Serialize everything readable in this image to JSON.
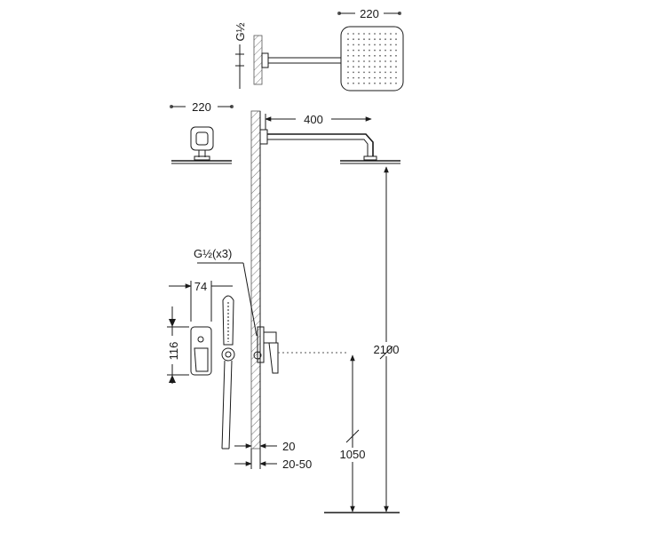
{
  "labels": {
    "top_pipe_thread": "G½",
    "top_shower_width": "220",
    "side_shower_width": "220",
    "arm_length": "400",
    "inlet_threads": "G½(x3)",
    "valve_width": "74",
    "valve_height": "116",
    "total_height": "2100",
    "valve_height_floor": "1050",
    "wall_depth": "20",
    "wall_depth_range": "20-50"
  }
}
